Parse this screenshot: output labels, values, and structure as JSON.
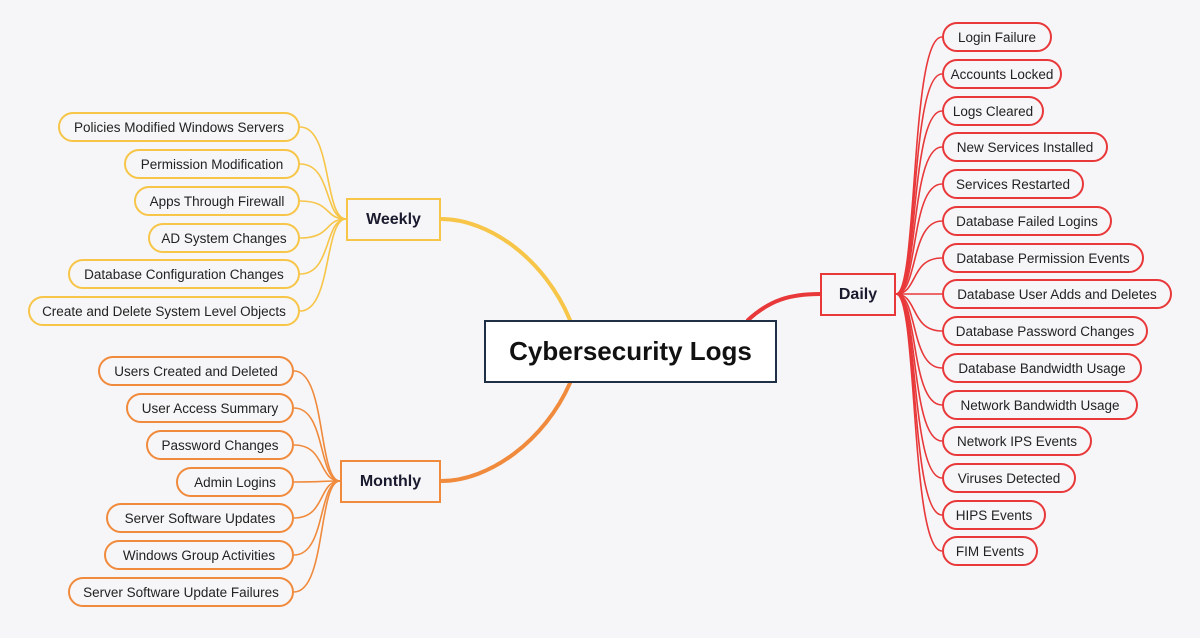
{
  "title": "Cybersecurity Logs",
  "colors": {
    "weekly": "#f7c548",
    "monthly": "#f08a3c",
    "daily": "#e8383a",
    "root_border": "#1f2f46",
    "background": "#f6f6f8"
  },
  "branches": {
    "weekly": {
      "label": "Weekly",
      "items": [
        "Policies Modified Windows Servers",
        "Permission Modification",
        "Apps Through Firewall",
        "AD System Changes",
        "Database Configuration Changes",
        "Create and Delete System Level Objects"
      ]
    },
    "monthly": {
      "label": "Monthly",
      "items": [
        "Users Created and Deleted",
        "User Access Summary",
        "Password Changes",
        "Admin Logins",
        "Server Software Updates",
        "Windows Group Activities",
        "Server Software Update Failures"
      ]
    },
    "daily": {
      "label": "Daily",
      "items": [
        "Login Failure",
        "Accounts Locked",
        "Logs Cleared",
        "New Services Installed",
        "Services Restarted",
        "Database Failed Logins",
        "Database Permission Events",
        "Database User Adds and Deletes",
        "Database Password Changes",
        "Database Bandwidth Usage",
        "Network Bandwidth Usage",
        "Network IPS Events",
        "Viruses Detected",
        "HIPS Events",
        "FIM Events"
      ]
    }
  }
}
